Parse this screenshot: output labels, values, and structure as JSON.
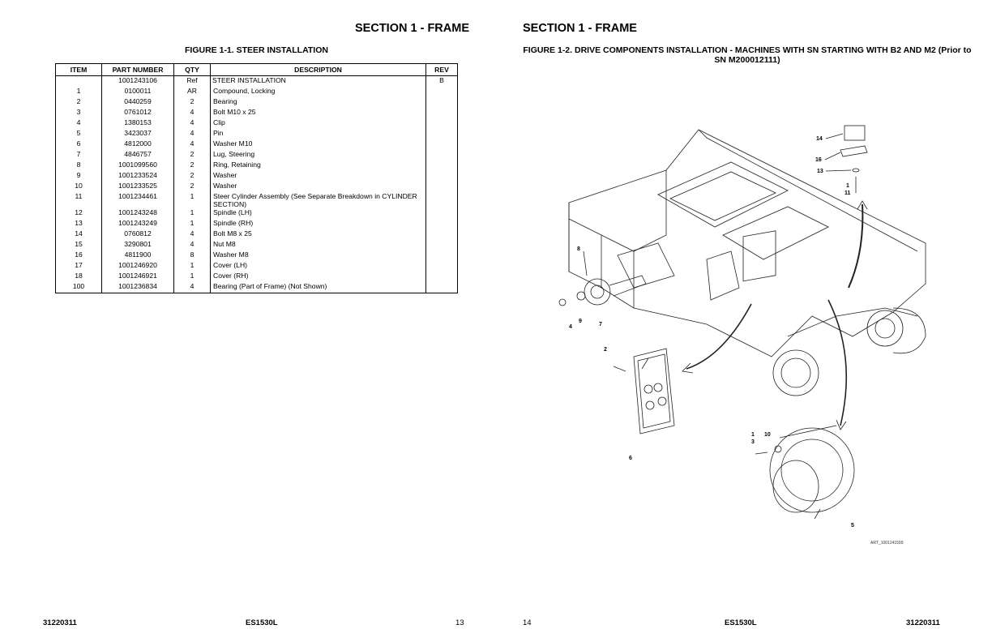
{
  "left_page": {
    "section_title": "SECTION 1 - FRAME",
    "figure_title": "FIGURE 1-1. STEER INSTALLATION",
    "table": {
      "headers": [
        "ITEM",
        "PART NUMBER",
        "QTY",
        "DESCRIPTION",
        "REV"
      ],
      "rows": [
        {
          "item": "",
          "part": "1001243106",
          "qty": "Ref",
          "desc": "STEER INSTALLATION",
          "rev": "B"
        },
        {
          "item": "1",
          "part": "0100011",
          "qty": "AR",
          "desc": "Compound, Locking",
          "rev": ""
        },
        {
          "item": "2",
          "part": "0440259",
          "qty": "2",
          "desc": "Bearing",
          "rev": ""
        },
        {
          "item": "3",
          "part": "0761012",
          "qty": "4",
          "desc": "Bolt M10 x 25",
          "rev": ""
        },
        {
          "item": "4",
          "part": "1380153",
          "qty": "4",
          "desc": "Clip",
          "rev": ""
        },
        {
          "item": "5",
          "part": "3423037",
          "qty": "4",
          "desc": "Pin",
          "rev": ""
        },
        {
          "item": "6",
          "part": "4812000",
          "qty": "4",
          "desc": "Washer M10",
          "rev": ""
        },
        {
          "item": "7",
          "part": "4846757",
          "qty": "2",
          "desc": "Lug, Steering",
          "rev": ""
        },
        {
          "item": "8",
          "part": "1001099560",
          "qty": "2",
          "desc": "Ring, Retaining",
          "rev": ""
        },
        {
          "item": "9",
          "part": "1001233524",
          "qty": "2",
          "desc": "Washer",
          "rev": ""
        },
        {
          "item": "10",
          "part": "1001233525",
          "qty": "2",
          "desc": "Washer",
          "rev": ""
        },
        {
          "item": "11",
          "part": "1001234461",
          "qty": "1",
          "desc": "Steer Cylinder Assembly (See Separate Breakdown in CYLINDER SECTION)",
          "rev": ""
        },
        {
          "item": "12",
          "part": "1001243248",
          "qty": "1",
          "desc": "Spindle (LH)",
          "rev": ""
        },
        {
          "item": "13",
          "part": "1001243249",
          "qty": "1",
          "desc": "Spindle (RH)",
          "rev": ""
        },
        {
          "item": "14",
          "part": "0760812",
          "qty": "4",
          "desc": "Bolt M8 x 25",
          "rev": ""
        },
        {
          "item": "15",
          "part": "3290801",
          "qty": "4",
          "desc": "Nut M8",
          "rev": ""
        },
        {
          "item": "16",
          "part": "4811900",
          "qty": "8",
          "desc": "Washer M8",
          "rev": ""
        },
        {
          "item": "17",
          "part": "1001246920",
          "qty": "1",
          "desc": "Cover (LH)",
          "rev": ""
        },
        {
          "item": "18",
          "part": "1001246921",
          "qty": "1",
          "desc": "Cover (RH)",
          "rev": ""
        },
        {
          "item": "100",
          "part": "1001236834",
          "qty": "4",
          "desc": "Bearing (Part of Frame) (Not Shown)",
          "rev": ""
        }
      ]
    },
    "footer": {
      "doc_number": "31220311",
      "model": "ES1530L",
      "page": "13"
    }
  },
  "right_page": {
    "section_title": "SECTION 1 - FRAME",
    "figure_title": "FIGURE 1-2. DRIVE COMPONENTS INSTALLATION - MACHINES WITH SN STARTING WITH B2 AND M2 (Prior to SN M200012111)",
    "callouts": {
      "c14": "14",
      "c16": "16",
      "c13": "13",
      "c1a": "1",
      "c11": "11",
      "c8": "8",
      "c4": "4",
      "c9": "9",
      "c7": "7",
      "c2": "2",
      "c6": "6",
      "c1b": "1",
      "c3": "3",
      "c10": "10",
      "c5": "5"
    },
    "art_id": "ART_1001241599",
    "footer": {
      "page": "14",
      "model": "ES1530L",
      "doc_number": "31220311"
    }
  }
}
